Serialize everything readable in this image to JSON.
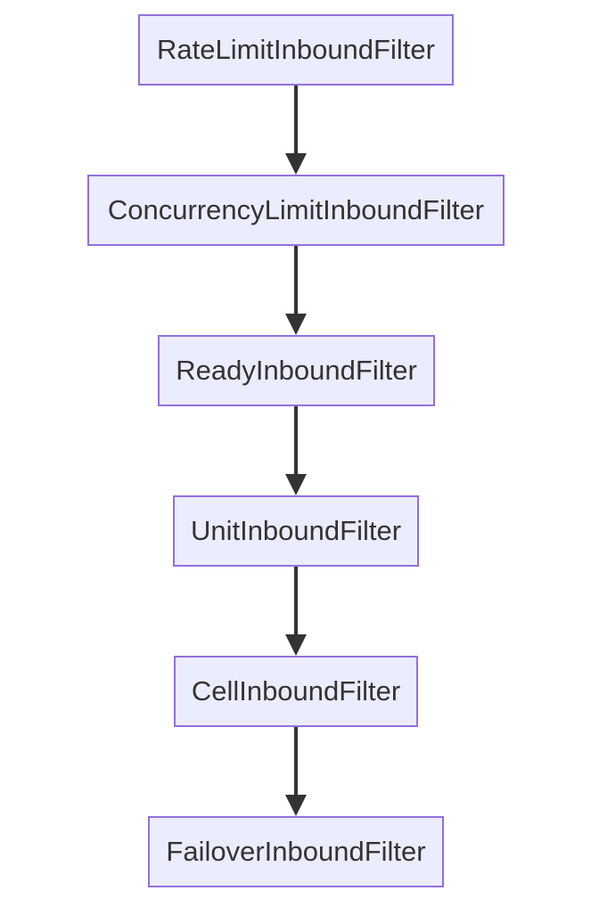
{
  "diagram": {
    "type": "flowchart",
    "direction": "top-down",
    "nodes": [
      {
        "id": "n0",
        "label": "RateLimitInboundFilter"
      },
      {
        "id": "n1",
        "label": "ConcurrencyLimitInboundFilter"
      },
      {
        "id": "n2",
        "label": "ReadyInboundFilter"
      },
      {
        "id": "n3",
        "label": "UnitInboundFilter"
      },
      {
        "id": "n4",
        "label": "CellInboundFilter"
      },
      {
        "id": "n5",
        "label": "FailoverInboundFilter"
      }
    ],
    "edges": [
      {
        "from": "n0",
        "to": "n1"
      },
      {
        "from": "n1",
        "to": "n2"
      },
      {
        "from": "n2",
        "to": "n3"
      },
      {
        "from": "n3",
        "to": "n4"
      },
      {
        "from": "n4",
        "to": "n5"
      }
    ],
    "colors": {
      "node_fill": "#ececff",
      "node_border": "#9370db",
      "text": "#333333",
      "edge": "#333333"
    }
  }
}
